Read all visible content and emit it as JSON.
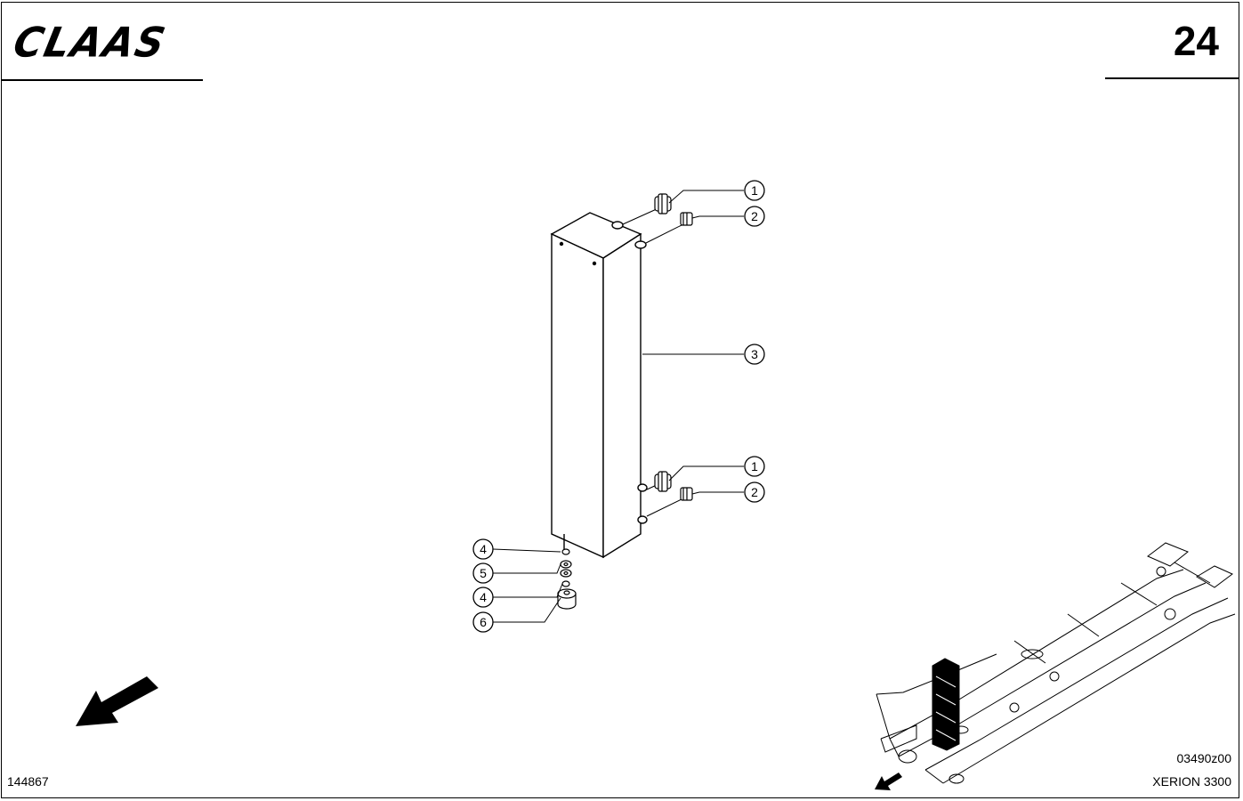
{
  "header": {
    "brand": "CLAAS",
    "page_number": "24"
  },
  "footer": {
    "document_number": "144867",
    "drawing_code": "03490z00",
    "model": "XERION 3300"
  },
  "callouts": [
    {
      "label": "1",
      "part": "fitting-upper"
    },
    {
      "label": "2",
      "part": "plug-upper"
    },
    {
      "label": "3",
      "part": "cooler-body"
    },
    {
      "label": "1",
      "part": "fitting-lower"
    },
    {
      "label": "2",
      "part": "plug-lower"
    },
    {
      "label": "4",
      "part": "washer-top"
    },
    {
      "label": "5",
      "part": "spacer"
    },
    {
      "label": "4",
      "part": "washer-bottom"
    },
    {
      "label": "6",
      "part": "rubber-mount"
    }
  ]
}
